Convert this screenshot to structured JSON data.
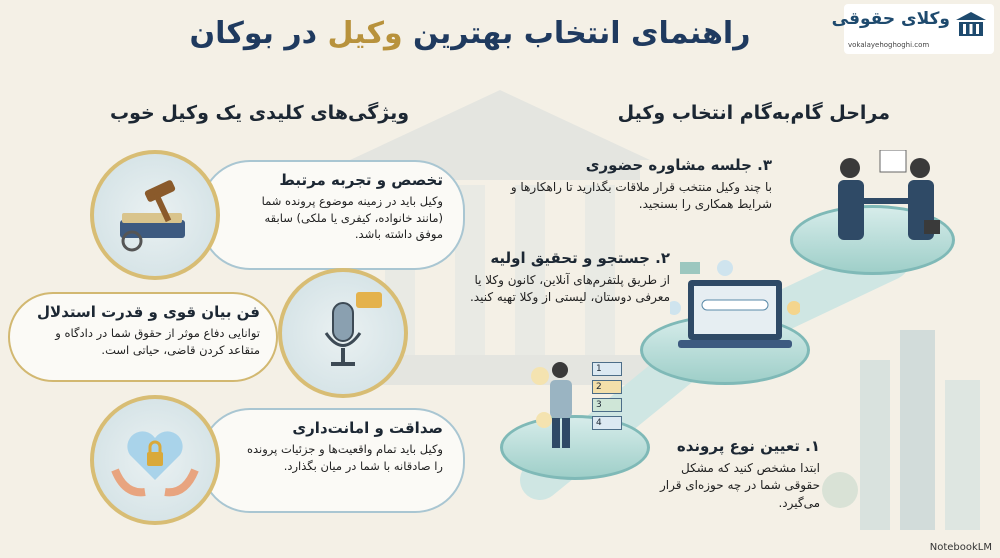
{
  "logo": {
    "name": "وکلای حقوقی",
    "url": "vokalayehoghoghi.com"
  },
  "title": {
    "part1": "راهنمای انتخاب بهترین",
    "part2": "وکیل",
    "part3": "در بوکان"
  },
  "left_column": {
    "title": "ویژگی‌های کلیدی یک وکیل خوب",
    "items": [
      {
        "title": "تخصص و تجربه مرتبط",
        "text": "وکیل باید در زمینه موضوع پرونده شما (مانند خانواده، کیفری یا ملکی) سابقه موفق داشته باشد.",
        "icon": "gavel-book-icon"
      },
      {
        "title": "فن بیان قوی و قدرت استدلال",
        "text": "توانایی دفاع موثر از حقوق شما در دادگاه و متقاعد کردن قاضی، حیاتی است.",
        "icon": "microphone-icon"
      },
      {
        "title": "صداقت و امانت‌داری",
        "text": "وکیل باید تمام واقعیت‌ها و جزئیات پرونده را صادقانه با شما در میان بگذارد.",
        "icon": "hands-heart-lock-icon"
      }
    ]
  },
  "right_column": {
    "title": "مراحل گام‌به‌گام انتخاب وکیل",
    "steps": [
      {
        "title": "۳. جلسه مشاوره حضوری",
        "text": "با چند وکیل منتخب قرار ملاقات بگذارید تا راهکارها و شرایط همکاری را بسنجید.",
        "icon": "handshake-icon"
      },
      {
        "title": "۲. جستجو و تحقیق اولیه",
        "text": "از طریق پلتفرم‌های آنلاین، کانون وکلا یا معرفی دوستان، لیستی از وکلا تهیه کنید.",
        "icon": "laptop-search-icon"
      },
      {
        "title": "۱. تعیین نوع پرونده",
        "text": "ابتدا مشخص کنید که مشکل حقوقی شما در چه حوزه‌ای قرار می‌گیرد.",
        "icon": "person-checklist-icon"
      }
    ],
    "checklist": [
      "1",
      "2",
      "3",
      "4"
    ]
  },
  "footer": "NotebookLM",
  "colors": {
    "navy": "#1f3a5f",
    "gold": "#b8923c",
    "teal": "#7fb9b7",
    "background": "#f4f0e6"
  }
}
